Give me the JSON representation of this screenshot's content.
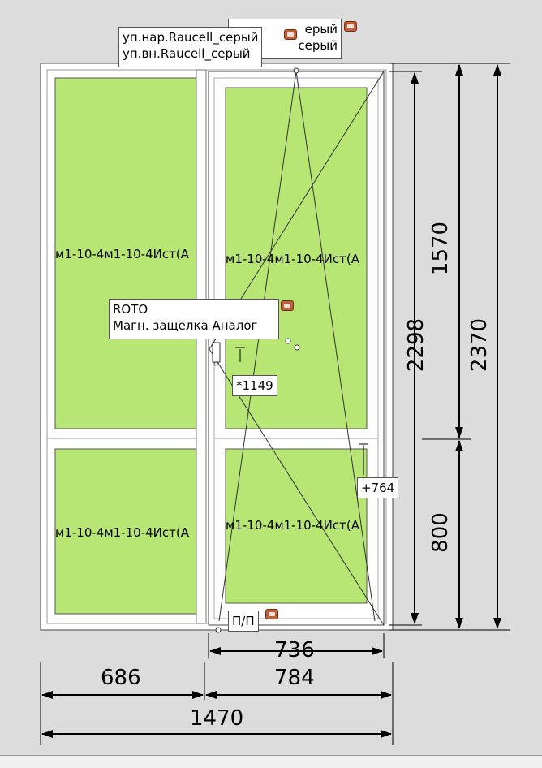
{
  "colors": {
    "glass": "#b8e675",
    "frame": "#ffffff",
    "background": "#dcdcdc",
    "tag": "#c0603a"
  },
  "profile_labels": {
    "outer": "уп.нар.Raucell_серый",
    "inner": "уп.вн.Raucell_серый",
    "back_line1": "ерый",
    "back_line2": "серый"
  },
  "hardware_label": {
    "brand": "ROTO",
    "latch": "Магн. защелка Аналог"
  },
  "handle_mark": "*1149",
  "sash_mark": "+764",
  "opening_label": "П/П",
  "glass_panels": [
    {
      "id": "left-top",
      "text": "м1-10-4м1-10-4Ист(А"
    },
    {
      "id": "right-top",
      "text": "м1-10-4м1-10-4Ист(А"
    },
    {
      "id": "left-bottom",
      "text": "м1-10-4м1-10-4Ист(А"
    },
    {
      "id": "right-bottom",
      "text": "м1-10-4м1-10-4Ист(А"
    }
  ],
  "dimensions": {
    "sash_width": "736",
    "left_width": "686",
    "right_width": "784",
    "total_width": "1470",
    "top_height": "1570",
    "bottom_height": "800",
    "sash_height": "2298",
    "total_height": "2370"
  }
}
